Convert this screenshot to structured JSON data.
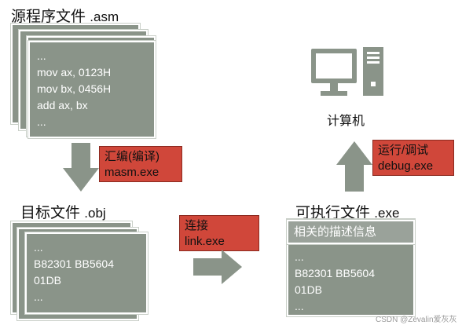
{
  "source": {
    "title": "源程序文件",
    "ext": ".asm",
    "lines": [
      "...",
      "mov ax, 0123H",
      "mov bx, 0456H",
      "add ax, bx",
      "..."
    ]
  },
  "assemble": {
    "line1": "汇编(编译)",
    "line2": "masm.exe"
  },
  "object": {
    "title": "目标文件",
    "ext": ".obj",
    "lines": [
      "...",
      "B82301 BB5604",
      "01DB",
      "..."
    ]
  },
  "link": {
    "line1": "连接",
    "line2": "link.exe"
  },
  "executable": {
    "title": "可执行文件",
    "ext": ".exe",
    "header": "相关的描述信息",
    "lines": [
      "...",
      "B82301 BB5604",
      "01DB",
      "..."
    ]
  },
  "run": {
    "line1": "运行/调试",
    "line2": "debug.exe"
  },
  "computer": {
    "label": "计算机"
  },
  "watermark": "CSDN @Zevalin爱灰灰",
  "colors": {
    "sheet": "#8a9489",
    "label_box": "#d0473a",
    "arrow": "#8a9489"
  }
}
